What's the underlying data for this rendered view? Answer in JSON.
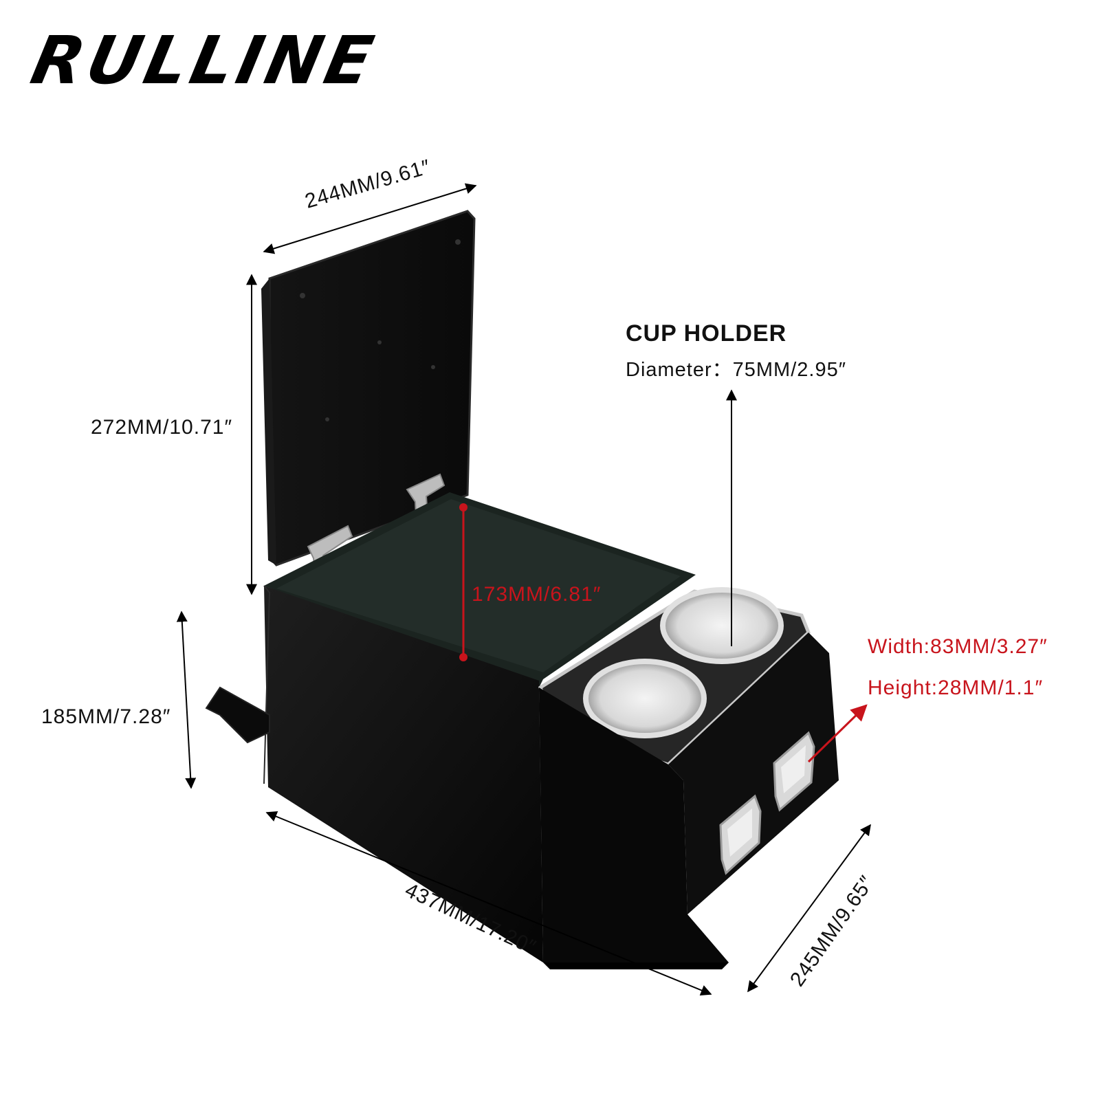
{
  "brand": {
    "name": "RULLINE"
  },
  "dimensions": {
    "lid_width": "244MM/9.61″",
    "lid_height": "272MM/10.71″",
    "interior_depth": "173MM/6.81″",
    "body_height": "185MM/7.28″",
    "length": "437MM/17.20″",
    "depth": "245MM/9.65″"
  },
  "cup_holder": {
    "title": "CUP HOLDER",
    "diameter": "Diameter：75MM/2.95″"
  },
  "side_slot": {
    "width": "Width:83MM/3.27″",
    "height": "Height:28MM/1.1″"
  },
  "colors": {
    "accent_red": "#c8141c",
    "text": "#111111",
    "product_black": "#0d0d0d",
    "chrome": "#c9c9c9"
  }
}
